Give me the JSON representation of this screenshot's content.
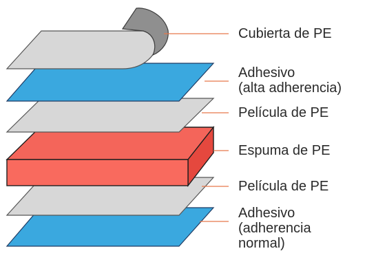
{
  "diagram": {
    "layers": [
      {
        "id": "cubierta",
        "lines": [
          "Cubierta de PE"
        ],
        "color": "#d7d7d7"
      },
      {
        "id": "adhesivo-alta",
        "lines": [
          "Adhesivo",
          "(alta adherencia)"
        ],
        "color": "#3aa8df"
      },
      {
        "id": "pelicula-1",
        "lines": [
          "Película de PE"
        ],
        "color": "#d7d7d7"
      },
      {
        "id": "espuma",
        "lines": [
          "Espuma de PE"
        ],
        "color": "#f4655a"
      },
      {
        "id": "pelicula-2",
        "lines": [
          "Película de PE"
        ],
        "color": "#d7d7d7"
      },
      {
        "id": "adhesivo-normal",
        "lines": [
          "Adhesivo",
          "(adherencia",
          "normal)"
        ],
        "color": "#3aa8df"
      }
    ],
    "leader_color": "#e8774a",
    "curl_color": "#8f8f8f"
  }
}
